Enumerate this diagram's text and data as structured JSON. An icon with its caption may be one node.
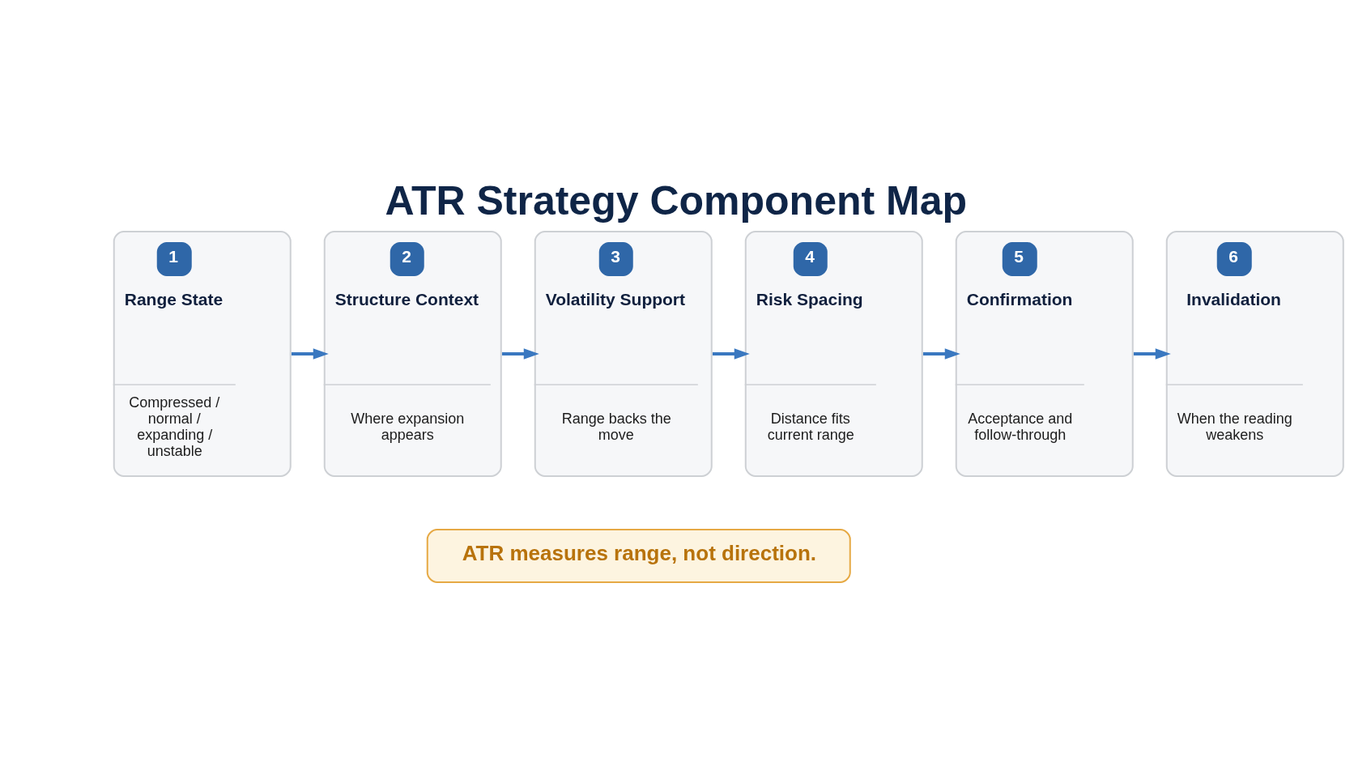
{
  "diagram": {
    "title": "ATR Strategy Component Map",
    "nodes": [
      {
        "text": [
          "1",
          "Range State",
          "Compressed / normal / expanding / unstable"
        ]
      },
      {
        "text": [
          "2",
          "Structure Context",
          "Where expansion appears"
        ]
      },
      {
        "text": [
          "3",
          "Volatility Support",
          "Range backs the move"
        ]
      },
      {
        "text": [
          "4",
          "Risk Spacing",
          "Distance fits current range"
        ]
      },
      {
        "text": [
          "5",
          "Confirmation",
          "Acceptance and follow-through"
        ]
      },
      {
        "text": [
          "6",
          "Invalidation",
          "When the reading weakens"
        ]
      },
      {
        "text": [
          "ATR measures range, not direction."
        ]
      }
    ],
    "edges": [
      {
        "from": 0,
        "to": 1,
        "arrow": "to"
      },
      {
        "from": 1,
        "to": 2,
        "arrow": "to"
      },
      {
        "from": 2,
        "to": 3,
        "arrow": "to"
      },
      {
        "from": 3,
        "to": 4,
        "arrow": "to"
      },
      {
        "from": 4,
        "to": 5,
        "arrow": "to"
      }
    ]
  }
}
